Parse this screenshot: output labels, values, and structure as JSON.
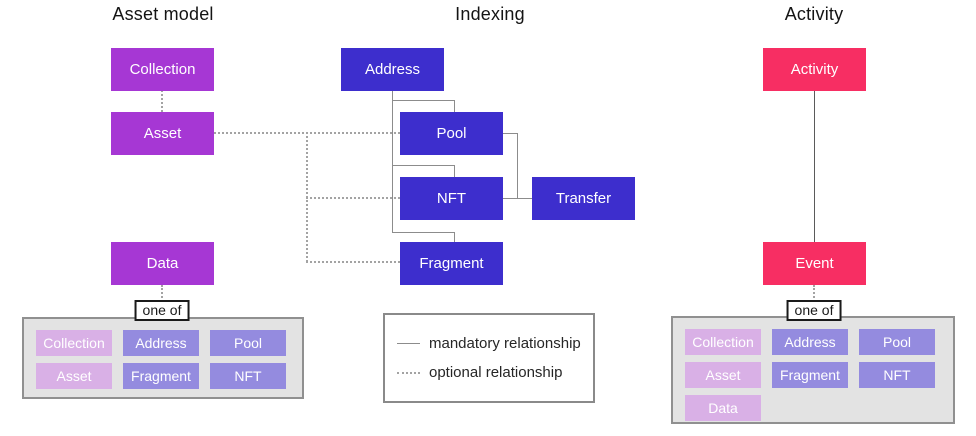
{
  "headings": {
    "col1": "Asset model",
    "col2": "Indexing",
    "col3": "Activity"
  },
  "nodes": {
    "collection": {
      "label": "Collection"
    },
    "asset": {
      "label": "Asset"
    },
    "data": {
      "label": "Data"
    },
    "address": {
      "label": "Address"
    },
    "pool": {
      "label": "Pool"
    },
    "nft": {
      "label": "NFT"
    },
    "transfer": {
      "label": "Transfer"
    },
    "fragment": {
      "label": "Fragment"
    },
    "activity": {
      "label": "Activity"
    },
    "event": {
      "label": "Event"
    }
  },
  "one_of": {
    "data_label": "one of",
    "event_label": "one of"
  },
  "groups": {
    "data_one_of": {
      "items": [
        {
          "label": "Collection",
          "family": "asset-model"
        },
        {
          "label": "Address",
          "family": "indexing"
        },
        {
          "label": "Pool",
          "family": "indexing"
        },
        {
          "label": "Asset",
          "family": "asset-model"
        },
        {
          "label": "Fragment",
          "family": "indexing"
        },
        {
          "label": "NFT",
          "family": "indexing"
        }
      ]
    },
    "event_one_of": {
      "items": [
        {
          "label": "Collection",
          "family": "asset-model"
        },
        {
          "label": "Address",
          "family": "indexing"
        },
        {
          "label": "Pool",
          "family": "indexing"
        },
        {
          "label": "Asset",
          "family": "asset-model"
        },
        {
          "label": "Fragment",
          "family": "indexing"
        },
        {
          "label": "NFT",
          "family": "indexing"
        },
        {
          "label": "Data",
          "family": "asset-model"
        }
      ]
    }
  },
  "legend": {
    "mandatory": "mandatory relationship",
    "optional": "optional relationship"
  },
  "colors": {
    "asset_model": "#a637d4",
    "indexing": "#3d2ecd",
    "activity": "#f72e63",
    "asset_model_light": "#d9b0e6",
    "indexing_light": "#948bdf",
    "group_background": "#e3e3e3",
    "solid_line": "#8c8c8c",
    "dotted_line": "#a3a3a3"
  }
}
